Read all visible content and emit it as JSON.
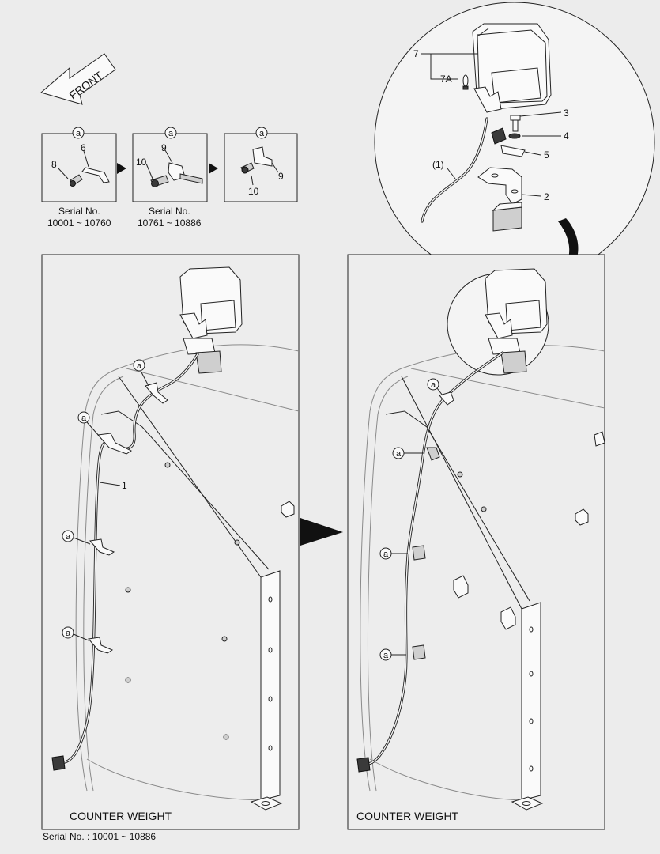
{
  "front_arrow": {
    "label": "FRONT"
  },
  "callout_letter": "a",
  "detail_boxes": [
    {
      "parts": [
        "6",
        "8"
      ],
      "serial_label": "Serial No.",
      "serial_range": "10001 ~ 10760"
    },
    {
      "parts": [
        "9",
        "10"
      ],
      "serial_label": "Serial No.",
      "serial_range": "10761 ~ 10886"
    },
    {
      "parts": [
        "9",
        "10"
      ]
    }
  ],
  "zoom_parts": {
    "lamp": "7",
    "bulb": "7A",
    "bolt": "3",
    "washer": "4",
    "clip": "5",
    "bracket": "2",
    "harness": "(1)"
  },
  "left_panel": {
    "caption": "COUNTER WEIGHT",
    "harness_label": "1"
  },
  "right_panel": {
    "caption": "COUNTER WEIGHT"
  },
  "footer": {
    "serial": "Serial No. : 10001 ~ 10886"
  },
  "colors": {
    "background": "#ececec",
    "line": "#222222",
    "faint_line": "#8a8a8a"
  }
}
